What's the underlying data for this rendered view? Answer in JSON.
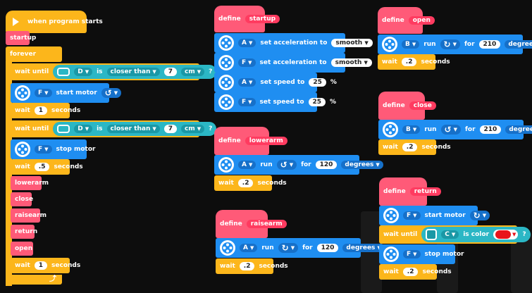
{
  "colors": {
    "events": "#fcb61b",
    "control": "#fcb61b",
    "myblocks": "#ff5a78",
    "motor": "#1f8ef1",
    "sensor": "#2bb7c5",
    "background": "#0d0d0d"
  },
  "script1": {
    "hat": "when program starts",
    "startup": "startup",
    "forever": "forever",
    "wait_until": "wait until",
    "port_d": "D",
    "is": "is",
    "closer_than": "closer than",
    "seven": "7",
    "cm": "cm",
    "q": "?",
    "port_f": "F",
    "start_motor": "start motor",
    "wait": "wait",
    "one": "1",
    "seconds": "seconds",
    "stop_motor": "stop motor",
    "half": ".5",
    "lowerarm": "lowerarm",
    "close": "close",
    "raisearm": "raisearm",
    "return": "return",
    "open": "open"
  },
  "script_startup": {
    "define": "define",
    "name": "startup",
    "set_accel": "set acceleration to",
    "smooth": "smooth",
    "set_speed": "set speed to",
    "speed_val": "25",
    "pct": "%",
    "ports": [
      "A",
      "F"
    ]
  },
  "script_lowerarm": {
    "define": "define",
    "name": "lowerarm",
    "port": "A",
    "run": "run",
    "for": "for",
    "value": "120",
    "unit": "degrees",
    "wait": "wait",
    "wait_val": ".2",
    "seconds": "seconds"
  },
  "script_raisearm": {
    "define": "define",
    "name": "raisearm",
    "port": "A",
    "run": "run",
    "for": "for",
    "value": "120",
    "unit": "degrees",
    "wait": "wait",
    "wait_val": ".2",
    "seconds": "seconds"
  },
  "script_open": {
    "define": "define",
    "name": "open",
    "port": "B",
    "run": "run",
    "for": "for",
    "value": "210",
    "unit": "degrees",
    "wait": "wait",
    "wait_val": ".2",
    "seconds": "seconds"
  },
  "script_close": {
    "define": "define",
    "name": "close",
    "port": "B",
    "run": "run",
    "for": "for",
    "value": "210",
    "unit": "degrees",
    "wait": "wait",
    "wait_val": ".2",
    "seconds": "seconds"
  },
  "script_return": {
    "define": "define",
    "name": "return",
    "port": "F",
    "start_motor": "start motor",
    "wait_until": "wait until",
    "sensor_port": "C",
    "is_color": "is color",
    "q": "?",
    "stop_motor": "stop motor",
    "wait": "wait",
    "wait_val": ".2",
    "seconds": "seconds"
  },
  "icons": [
    "play-icon",
    "motor-icon",
    "distance-sensor-icon",
    "color-sensor-icon",
    "clockwise-icon",
    "counterclockwise-icon",
    "loop-arrow-icon"
  ]
}
